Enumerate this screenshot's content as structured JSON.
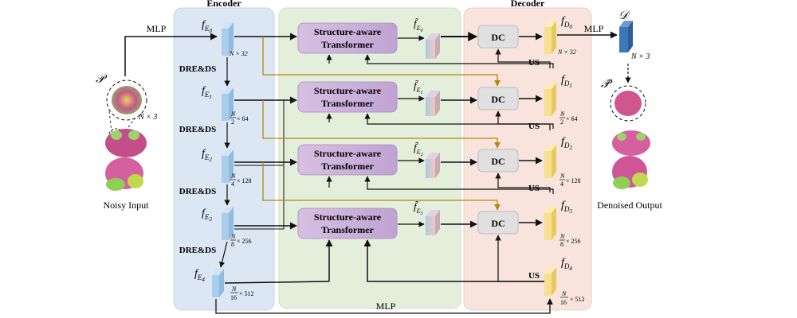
{
  "panels": {
    "encoder": "Encoder",
    "decoder": "Decoder"
  },
  "labels": {
    "mlp_top": "MLP",
    "mlp_right": "MLP",
    "mlp_bottom": "MLP",
    "noisy_input": "Noisy Input",
    "denoised_output": "Denoised Output",
    "p": "𝒫",
    "p_hat": "𝒫̂",
    "d": "𝒟",
    "n3_input": "N × 3",
    "n3_output": "N × 3"
  },
  "encoder": [
    {
      "f": "f",
      "sub": "E",
      "idx": "0",
      "size_prefix": "N",
      "size_den": "",
      "size_suffix": "× 32"
    },
    {
      "f": "f",
      "sub": "E",
      "idx": "1",
      "size_prefix": "N",
      "size_den": "2",
      "size_suffix": "× 64"
    },
    {
      "f": "f",
      "sub": "E",
      "idx": "2",
      "size_prefix": "N",
      "size_den": "4",
      "size_suffix": "× 128"
    },
    {
      "f": "f",
      "sub": "E",
      "idx": "3",
      "size_prefix": "N",
      "size_den": "8",
      "size_suffix": "× 256"
    },
    {
      "f": "f",
      "sub": "E",
      "idx": "4",
      "size_prefix": "N",
      "size_den": "16",
      "size_suffix": "× 512"
    }
  ],
  "dre_ds": [
    "DRE&DS",
    "DRE&DS",
    "DRE&DS",
    "DRE&DS"
  ],
  "transformers": [
    {
      "line1": "Structure-aware",
      "line2": "Transformer",
      "out": "f̃",
      "sub": "E",
      "idx": "0"
    },
    {
      "line1": "Structure-aware",
      "line2": "Transformer",
      "out": "f̃",
      "sub": "E",
      "idx": "1"
    },
    {
      "line1": "Structure-aware",
      "line2": "Transformer",
      "out": "f̃",
      "sub": "E",
      "idx": "2"
    },
    {
      "line1": "Structure-aware",
      "line2": "Transformer",
      "out": "f̃",
      "sub": "E",
      "idx": "3"
    }
  ],
  "dc": [
    "DC",
    "DC",
    "DC",
    "DC"
  ],
  "decoder": [
    {
      "f": "f",
      "sub": "D",
      "idx": "0",
      "size_prefix": "N",
      "size_den": "",
      "size_suffix": "× 32"
    },
    {
      "f": "f",
      "sub": "D",
      "idx": "1",
      "size_prefix": "N",
      "size_den": "2",
      "size_suffix": "× 64"
    },
    {
      "f": "f",
      "sub": "D",
      "idx": "2",
      "size_prefix": "N",
      "size_den": "4",
      "size_suffix": "× 128"
    },
    {
      "f": "f",
      "sub": "D",
      "idx": "3",
      "size_prefix": "N",
      "size_den": "8",
      "size_suffix": "× 256"
    },
    {
      "f": "f",
      "sub": "D",
      "idx": "4",
      "size_prefix": "N",
      "size_den": "16",
      "size_suffix": "× 512"
    }
  ],
  "us": [
    "US",
    "US",
    "US",
    "US"
  ],
  "colors": {
    "encoder_bg": "#dbe7f3",
    "middle_bg": "#e3eedb",
    "decoder_bg": "#f8e4dc",
    "transformer": "#c9aed8",
    "dc": "#e0e0e0",
    "enc_block": "#a9cdea",
    "dec_block": "#f6e08f",
    "d_block": "#3c78b8",
    "gold_arrow": "#b8860b"
  }
}
